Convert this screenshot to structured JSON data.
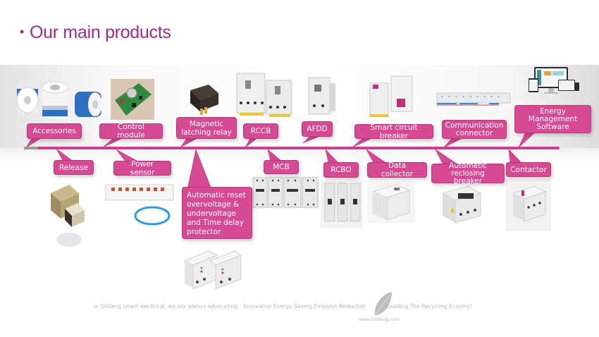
{
  "slide": {
    "title_bullet": "•",
    "title": "Our main products"
  },
  "timeline": {
    "color": "#cc3f8f",
    "callout_color": "#d64a94"
  },
  "products_top": [
    {
      "id": "accessories",
      "label": "Accessories"
    },
    {
      "id": "control-module",
      "label": "Control module"
    },
    {
      "id": "magnetic-latching-relay",
      "label": "Magnetic latching relay",
      "lines": [
        "Magnetic",
        "latching relay"
      ]
    },
    {
      "id": "rccb",
      "label": "RCCB"
    },
    {
      "id": "afdd",
      "label": "AFDD"
    },
    {
      "id": "smart-circuit-breaker",
      "label": "Smart circuit breaker"
    },
    {
      "id": "communication-connector",
      "label": "Communication connector",
      "lines": [
        "Communication",
        "connector"
      ]
    },
    {
      "id": "energy-management-software",
      "label": "Energy Management Software",
      "lines": [
        "Energy",
        "Management",
        "Software"
      ]
    }
  ],
  "products_bottom": [
    {
      "id": "release",
      "label": "Release"
    },
    {
      "id": "power-sensor",
      "label": "Power sensor"
    },
    {
      "id": "protector",
      "label": "Automatic reset overvoltage & undervoltage and Time delay protector",
      "lines": [
        "Automatic reset",
        "overvoltage &",
        "undervoltage",
        "and Time delay",
        "protector"
      ]
    },
    {
      "id": "mcb",
      "label": "MCB"
    },
    {
      "id": "rcbo",
      "label": "RCBO"
    },
    {
      "id": "data-collector",
      "label": "Data collector"
    },
    {
      "id": "automatic-reclosing-breaker",
      "label": "Automatic reclosing breaker",
      "lines": [
        "Automatic",
        "reclosing breaker"
      ]
    },
    {
      "id": "contactor",
      "label": "Contactor"
    }
  ],
  "footer": {
    "slogan_part1": "In Oldlang smart electrical, we are always advocating:",
    "slogan_part2": "Innovative Energy-Saving Emission Reduction",
    "slogan_part3": "Leading The Recycling Econmy!",
    "website": "www.Oldlang.com"
  }
}
